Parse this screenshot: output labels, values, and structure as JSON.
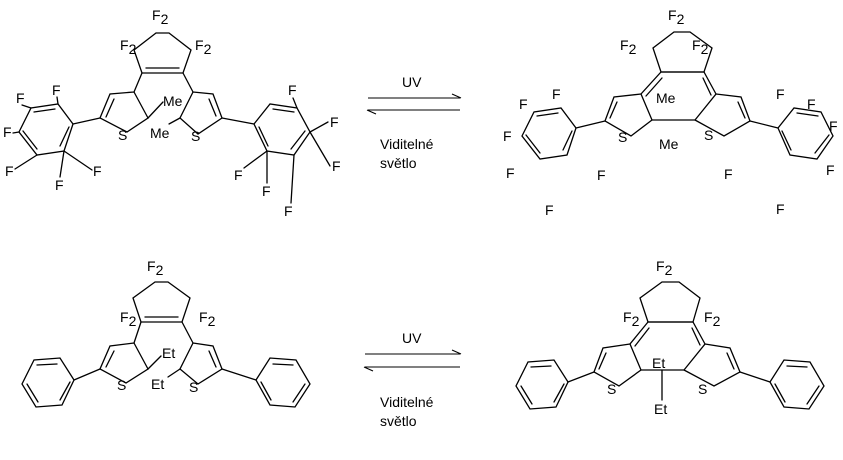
{
  "atoms": {
    "fluorine": "F",
    "sulfur": "S",
    "methyl": "Me",
    "ethyl": "Et",
    "cf2_main": "F",
    "cf2_sub": "2"
  },
  "reactions": [
    {
      "forward_label": "UV",
      "reverse_label_line1": "Viditelné",
      "reverse_label_line2": "světlo",
      "substituent": "Me",
      "aryl": "pentafluorophenyl"
    },
    {
      "forward_label": "UV",
      "reverse_label_line1": "Viditelné",
      "reverse_label_line2": "světlo",
      "substituent": "Et",
      "aryl": "phenyl"
    }
  ]
}
